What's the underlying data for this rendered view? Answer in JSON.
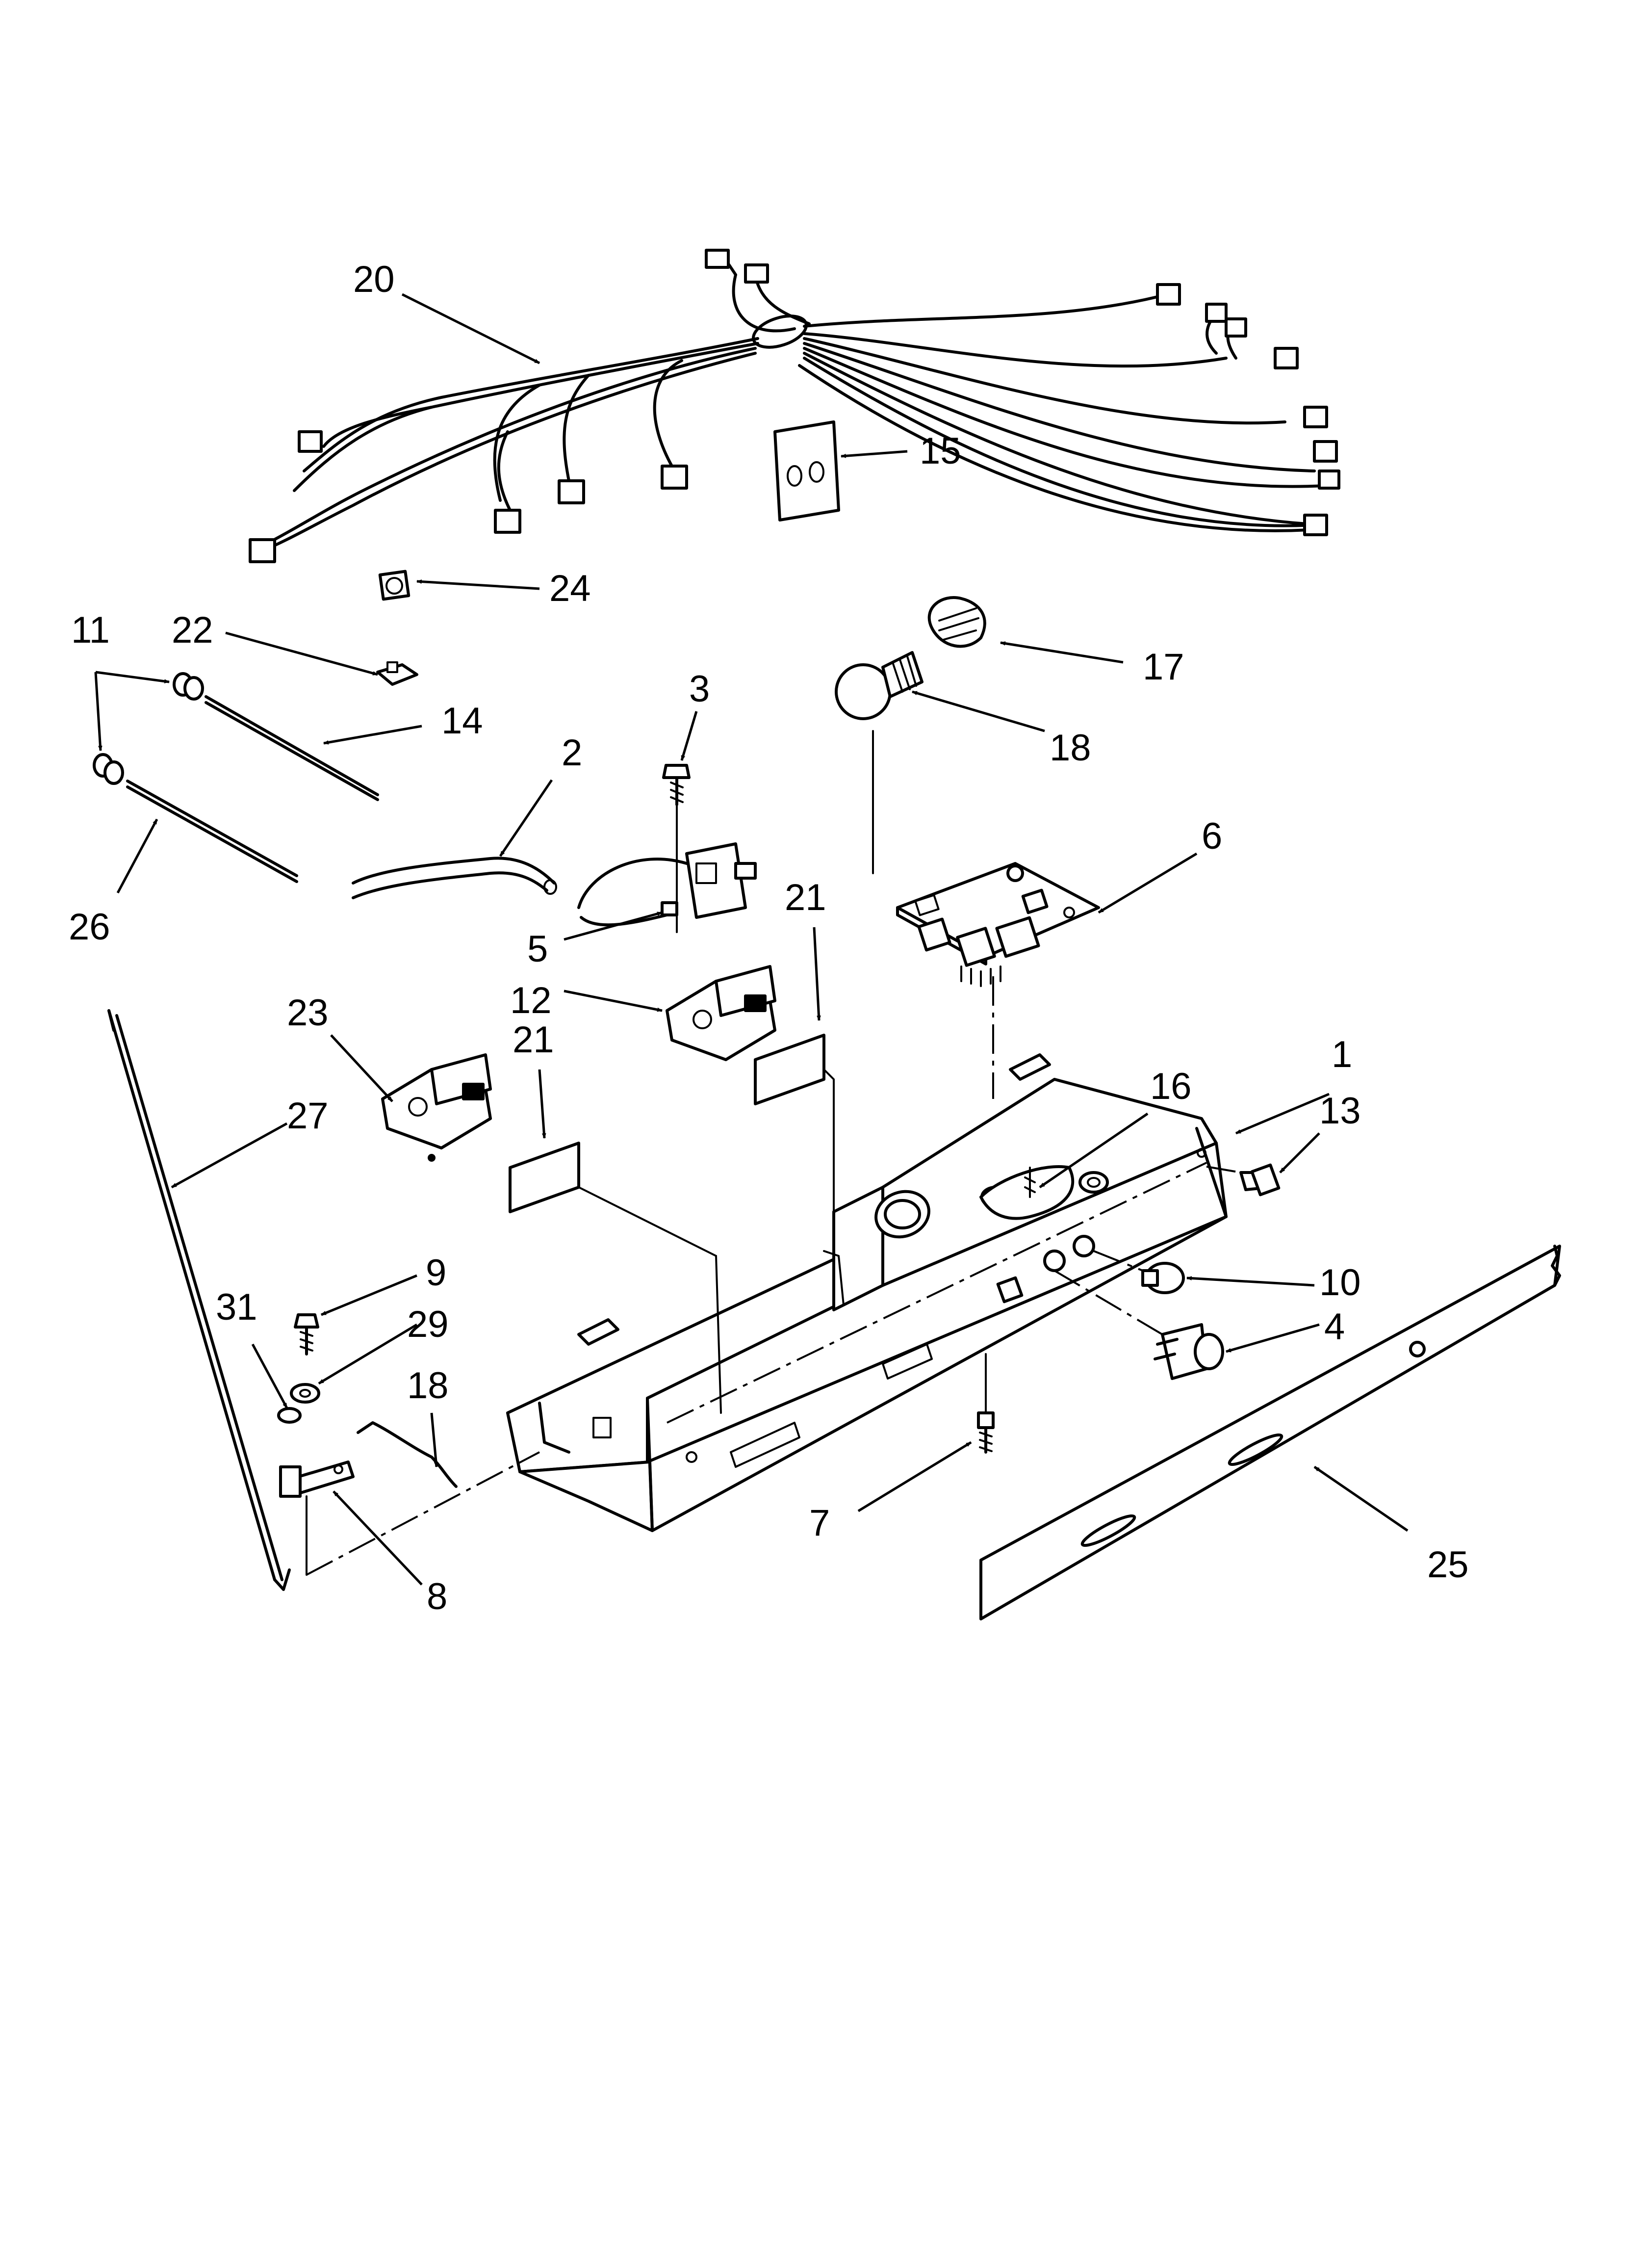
{
  "diagram": {
    "callouts": [
      "1",
      "2",
      "3",
      "4",
      "5",
      "6",
      "7",
      "8",
      "9",
      "10",
      "11",
      "12",
      "13",
      "14",
      "15",
      "16",
      "17",
      "18",
      "18",
      "20",
      "21",
      "21",
      "22",
      "23",
      "24",
      "25",
      "26",
      "27",
      "29",
      "31"
    ],
    "colors": {
      "ink": "#000000",
      "background": "#ffffff"
    }
  }
}
